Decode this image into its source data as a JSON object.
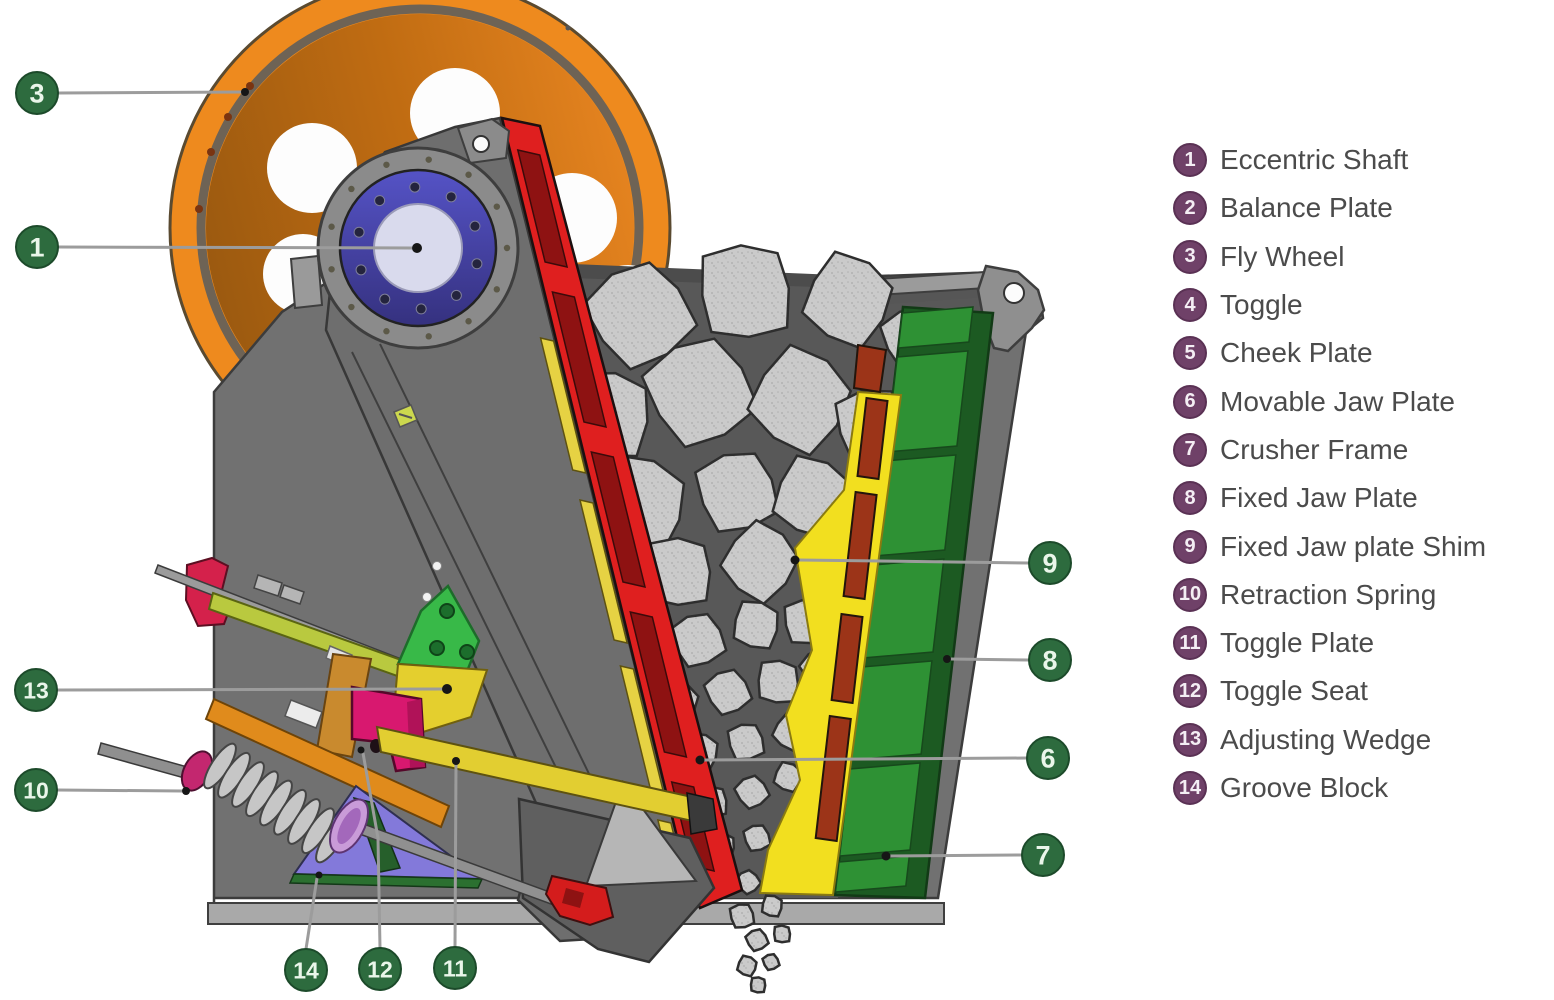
{
  "diagram": {
    "subject": "Jaw crusher sectional diagram",
    "colors": {
      "legend_badge": "#6f4168",
      "callout_badge": "#2d6b3e",
      "flywheel_orange": "#ee8a1e",
      "bearing_blue": "#4643b4",
      "movable_jaw_red": "#df1f1f",
      "fixed_jaw_green": "#2e9134",
      "shim_yellow": "#f2df1f",
      "frame_gray": "#717171",
      "rock_gray": "#cacaca"
    }
  },
  "legend": {
    "items": [
      {
        "num": "1",
        "label": "Eccentric Shaft"
      },
      {
        "num": "2",
        "label": "Balance Plate"
      },
      {
        "num": "3",
        "label": "Fly Wheel"
      },
      {
        "num": "4",
        "label": "Toggle"
      },
      {
        "num": "5",
        "label": "Cheek Plate"
      },
      {
        "num": "6",
        "label": "Movable Jaw Plate"
      },
      {
        "num": "7",
        "label": "Crusher Frame"
      },
      {
        "num": "8",
        "label": "Fixed Jaw Plate"
      },
      {
        "num": "9",
        "label": "Fixed Jaw plate Shim"
      },
      {
        "num": "10",
        "label": "Retraction Spring"
      },
      {
        "num": "11",
        "label": "Toggle Plate"
      },
      {
        "num": "12",
        "label": "Toggle Seat"
      },
      {
        "num": "13",
        "label": "Adjusting Wedge"
      },
      {
        "num": "14",
        "label": "Groove Block"
      }
    ]
  },
  "callouts": [
    {
      "num": "3"
    },
    {
      "num": "1"
    },
    {
      "num": "13"
    },
    {
      "num": "10"
    },
    {
      "num": "14"
    },
    {
      "num": "12"
    },
    {
      "num": "11"
    },
    {
      "num": "9"
    },
    {
      "num": "8"
    },
    {
      "num": "6"
    },
    {
      "num": "7"
    }
  ]
}
